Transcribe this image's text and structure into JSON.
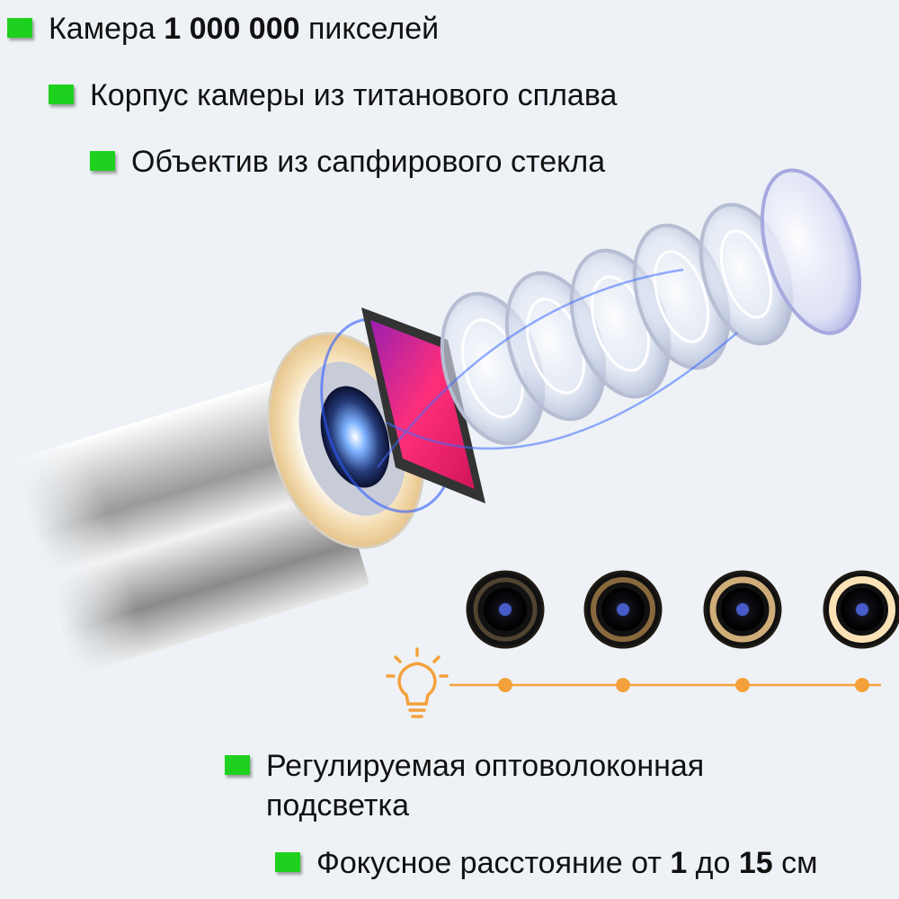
{
  "features": {
    "camera": {
      "prefix": "Камера ",
      "bold": "1 000 000",
      "suffix": " пикселей"
    },
    "housing": {
      "text": "Корпус камеры из титанового сплава"
    },
    "lens": {
      "text": "Объектив из сапфирового стекла"
    },
    "lighting": {
      "line1": "Регулируемая оптоволоконная",
      "line2": "подсветка"
    },
    "focus": {
      "prefix": "Фокусное расстояние от ",
      "from": "1",
      "middle": " до ",
      "to": "15",
      "suffix": " см"
    }
  },
  "colors": {
    "bullet": "#1fd11f",
    "accent": "#f4a13c",
    "sensor": "#e0206a"
  },
  "icons": {
    "lightbulb": "lightbulb-icon"
  },
  "brightness_levels": [
    {
      "label": "",
      "glow": 0.25
    },
    {
      "label": "",
      "glow": 0.5
    },
    {
      "label": "",
      "glow": 0.75
    },
    {
      "label": "",
      "glow": 1.0
    }
  ]
}
